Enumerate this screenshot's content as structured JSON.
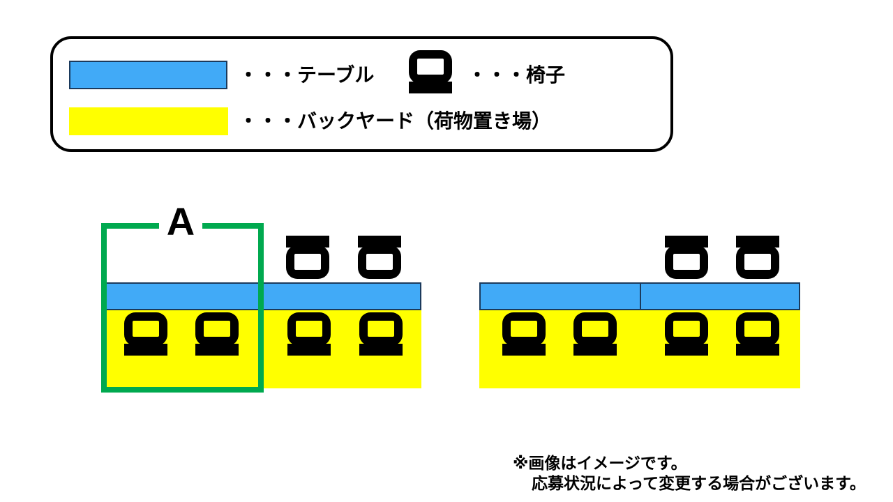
{
  "colors": {
    "table_blue": "#41aaf7",
    "backyard_yellow": "#ffff00",
    "booth_green": "#00a94f",
    "table_border": "#1b3a5c"
  },
  "legend": {
    "table_label": "・・・テーブル",
    "chair_label": "・・・椅子",
    "backyard_label": "・・・バックヤード（荷物置き場）"
  },
  "diagram": {
    "booth_label": "A"
  },
  "footnote": {
    "line1": "※画像はイメージです。",
    "line2": "応募状況によって変更する場合がございます。"
  }
}
